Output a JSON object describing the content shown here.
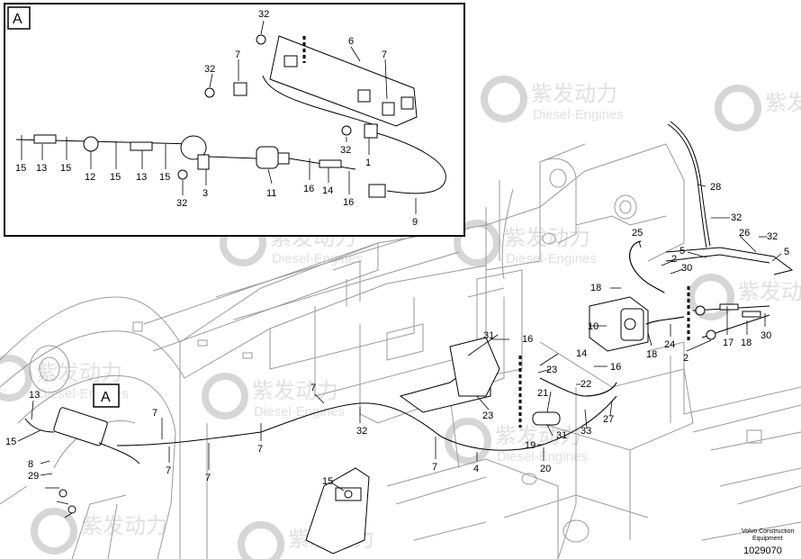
{
  "detail_box": {
    "letter": "A"
  },
  "callout_box": {
    "letter": "A"
  },
  "watermark": {
    "brand": "紫发动力",
    "subtitle": "Diesel-Engines"
  },
  "footer": {
    "company_line1": "Volvo Construction",
    "company_line2": "Equipment",
    "drawing_number": "1029070"
  },
  "detail_labels": [
    "32",
    "6",
    "32",
    "7",
    "7",
    "32",
    "1",
    "15",
    "13",
    "15",
    "12",
    "15",
    "13",
    "15",
    "32",
    "3",
    "11",
    "16",
    "14",
    "16",
    "9"
  ],
  "main_labels": [
    "28",
    "32",
    "5",
    "26",
    "32",
    "5",
    "25",
    "2",
    "30",
    "18",
    "10",
    "18",
    "24",
    "2",
    "17",
    "18",
    "30",
    "31",
    "16",
    "14",
    "23",
    "16",
    "22",
    "21",
    "27",
    "23",
    "33",
    "31",
    "19",
    "7",
    "32",
    "7",
    "7",
    "7",
    "7",
    "7",
    "4",
    "20",
    "15",
    "13",
    "15",
    "8",
    "29"
  ]
}
